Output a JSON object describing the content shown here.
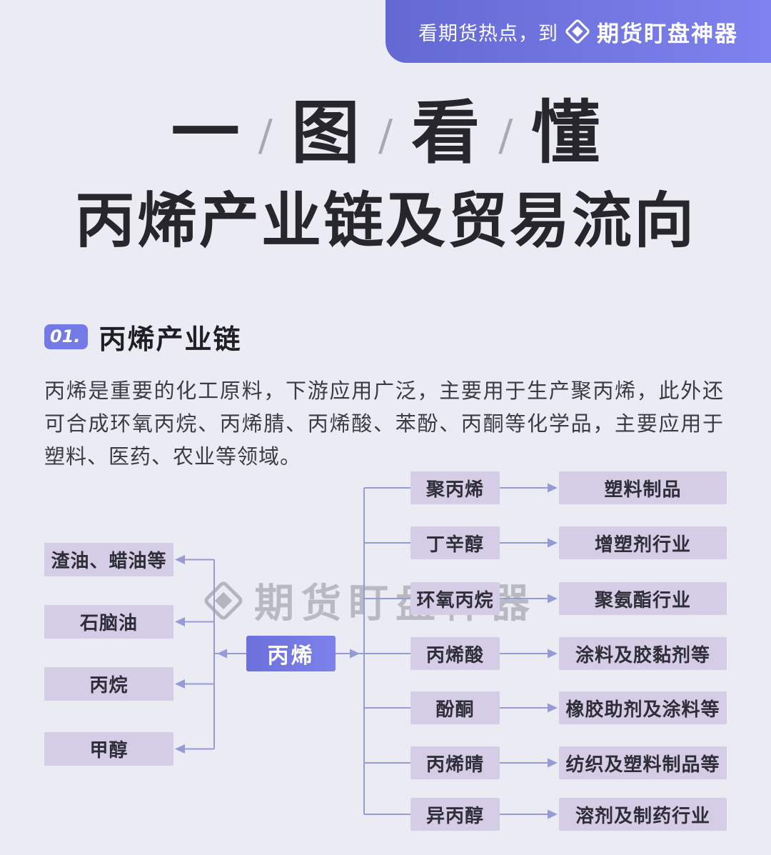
{
  "banner": {
    "prefix": "看期货热点，到",
    "brand": "期货盯盘神器"
  },
  "title": {
    "chars": [
      "一",
      "图",
      "看",
      "懂"
    ],
    "separator": "/",
    "line2": "丙烯产业链及贸易流向"
  },
  "section": {
    "badge": "01.",
    "heading": "丙烯产业链",
    "paragraph": "丙烯是重要的化工原料，下游应用广泛，主要用于生产聚丙烯，此外还可合成环氧丙烷、丙烯腈、丙烯酸、苯酚、丙酮等化学品，主要应用于塑料、医药、农业等领域。"
  },
  "diagram": {
    "center": "丙烯",
    "feedstocks": [
      "渣油、蜡油等",
      "石脑油",
      "丙烷",
      "甲醇"
    ],
    "chains": [
      {
        "product": "聚丙烯",
        "application": "塑料制品"
      },
      {
        "product": "丁辛醇",
        "application": "增塑剂行业"
      },
      {
        "product": "环氧丙烷",
        "application": "聚氨酯行业"
      },
      {
        "product": "丙烯酸",
        "application": "涂料及胶黏剂等"
      },
      {
        "product": "酚酮",
        "application": "橡胶助剂及涂料等"
      },
      {
        "product": "丙烯晴",
        "application": "纺织及塑料制品等"
      },
      {
        "product": "异丙醇",
        "application": "溶剂及制药行业"
      }
    ]
  },
  "watermark": {
    "brand": "期货盯盘神器"
  },
  "icons": {
    "brand_logo": "diamond-gem-icon"
  },
  "colors": {
    "accent": "#6e72dd",
    "box_fill": "#d5cde6",
    "line": "#979bd5",
    "background": "#ebecf3",
    "title_text": "#26262c"
  }
}
